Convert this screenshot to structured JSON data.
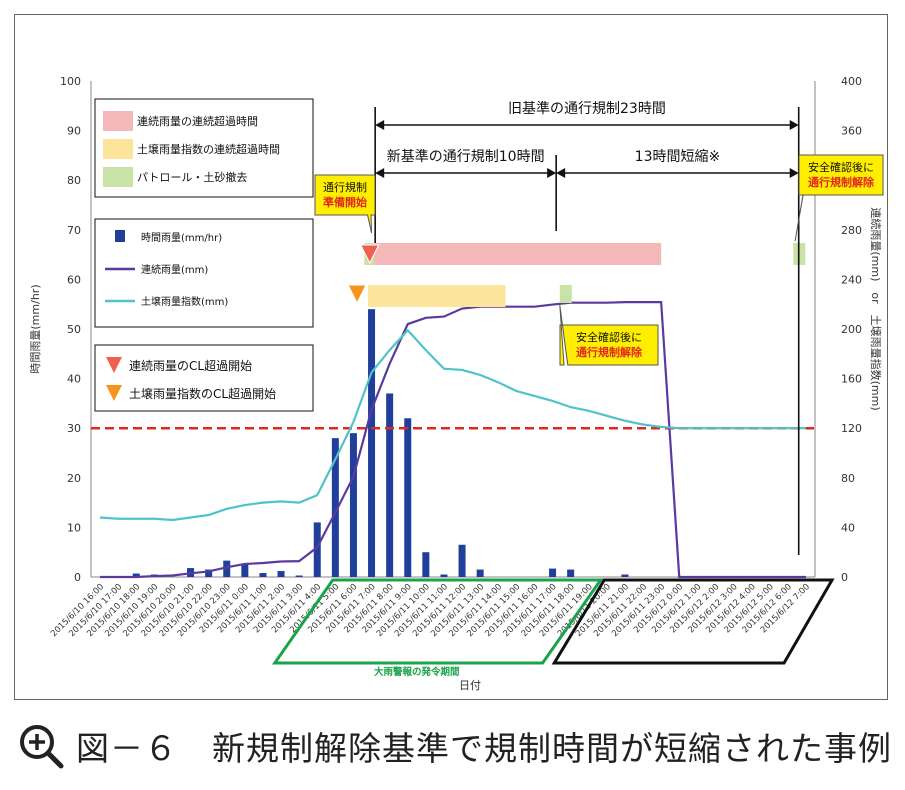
{
  "caption": "図－６　新規制解除基準で規制時間が短縮された事例",
  "chart_data": {
    "type": "bar+line",
    "xlabel": "日付",
    "ylabel_left": "時間雨量(mm/hr)",
    "ylabel_right": "連続雨量(mm)　or　土壌雨量指数(mm)",
    "ylim_left": [
      0,
      100
    ],
    "ylim_right": [
      0,
      400
    ],
    "yticks_left": [
      "0",
      "10",
      "20",
      "30",
      "40",
      "50",
      "60",
      "70",
      "80",
      "90",
      "100"
    ],
    "yticks_right": [
      "0",
      "40",
      "80",
      "120",
      "160",
      "200",
      "240",
      "280",
      "320",
      "360",
      "400"
    ],
    "categories": [
      "2015/6/10 16:00",
      "2015/6/10 17:00",
      "2015/6/10 18:00",
      "2015/6/10 19:00",
      "2015/6/10 20:00",
      "2015/6/10 21:00",
      "2015/6/10 22:00",
      "2015/6/10 23:00",
      "2015/6/11 0:00",
      "2015/6/11 1:00",
      "2015/6/11 2:00",
      "2015/6/11 3:00",
      "2015/6/11 4:00",
      "2015/6/11 5:00",
      "2015/6/11 6:00",
      "2015/6/11 7:00",
      "2015/6/11 8:00",
      "2015/6/11 9:00",
      "2015/6/11 10:00",
      "2015/6/11 11:00",
      "2015/6/11 12:00",
      "2015/6/11 13:00",
      "2015/6/11 14:00",
      "2015/6/11 15:00",
      "2015/6/11 16:00",
      "2015/6/11 17:00",
      "2015/6/11 18:00",
      "2015/6/11 19:00",
      "2015/6/11 20:00",
      "2015/6/11 21:00",
      "2015/6/11 22:00",
      "2015/6/11 23:00",
      "2015/6/12 0:00",
      "2015/6/12 1:00",
      "2015/6/12 2:00",
      "2015/6/12 3:00",
      "2015/6/12 4:00",
      "2015/6/12 5:00",
      "2015/6/12 6:00",
      "2015/6/12 7:00"
    ],
    "series": [
      {
        "name": "時間雨量(mm/hr)",
        "type": "bar",
        "axis": "left",
        "color": "#1f3f9a",
        "values": [
          0,
          0,
          0.7,
          0.5,
          0,
          1.8,
          1.5,
          3.3,
          2.7,
          0.8,
          1.2,
          0.3,
          11,
          28,
          29,
          54,
          37,
          32,
          5,
          0.5,
          6.5,
          1.5,
          0,
          0,
          0,
          1.7,
          1.5,
          0,
          0,
          0.5,
          0,
          0,
          0,
          0,
          0,
          0,
          0,
          0,
          0,
          0
        ]
      },
      {
        "name": "連続雨量(mm)",
        "type": "line",
        "axis": "right",
        "color": "#5a3a9e",
        "values": [
          0,
          0,
          0,
          0.7,
          1.2,
          3,
          4.5,
          7.8,
          10.5,
          11.3,
          12.5,
          12.8,
          24,
          52,
          81,
          135,
          172,
          204,
          209,
          210,
          216.5,
          218,
          218,
          218,
          218,
          219.7,
          221.2,
          221.2,
          221.2,
          221.7,
          221.7,
          221.7,
          0,
          0,
          0,
          0,
          0,
          0,
          0,
          0
        ]
      },
      {
        "name": "土壌雨量指数(mm)",
        "type": "line",
        "axis": "right",
        "color": "#4fc3c7",
        "values": [
          48,
          47,
          47,
          47,
          46,
          48,
          50,
          55,
          58,
          60,
          61,
          60,
          66,
          95,
          125,
          165,
          183,
          199,
          183,
          168,
          167,
          163,
          157,
          150,
          146,
          142,
          137,
          134,
          130,
          126,
          123,
          121,
          120,
          120,
          120,
          120,
          120,
          120,
          120,
          120
        ]
      }
    ],
    "cl_line": {
      "value_left": 30,
      "color": "#e0291e"
    },
    "legend_top": [
      "連続雨量の連続超過時間",
      "土壌雨量指数の連続超過時間",
      "パトロール・土砂撤去"
    ],
    "legend_series": [
      "時間雨量(mm/hr)",
      "連続雨量(mm)",
      "土壌雨量指数(mm)"
    ],
    "legend_markers": [
      "連続雨量のCL超過開始",
      "土壌雨量指数のCL超過開始"
    ],
    "band_colors": {
      "renzoku": "#f4b8b8",
      "dojo": "#fce59a",
      "patrol": "#c9e2a6"
    },
    "annotations": {
      "old_regulation": "旧基準の通行規制23時間",
      "new_regulation": "新基準の通行規制10時間",
      "shortened": "13時間短縮※",
      "callout_prep": [
        "通行規制",
        "準備開始"
      ],
      "callout_release_1": [
        "安全確認後に",
        "通行規制解除"
      ],
      "callout_release_2": [
        "安全確認後に",
        "通行規制解除"
      ],
      "warning_period": "大雨警報の発令期間"
    }
  }
}
